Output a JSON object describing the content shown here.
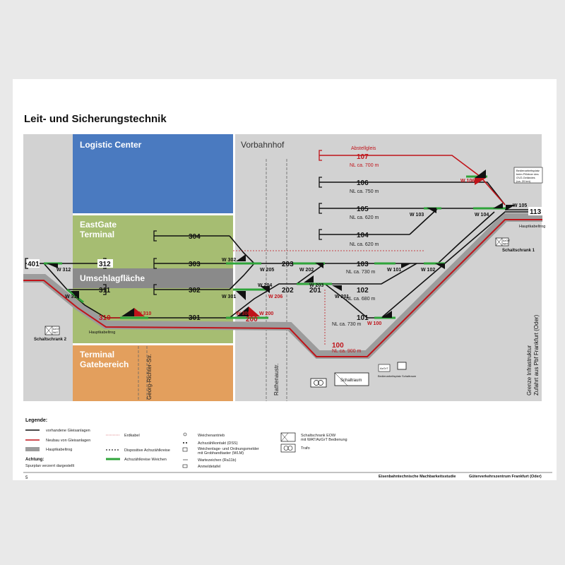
{
  "title": "Leit- und Sicherungstechnik",
  "areas": {
    "logistic_center": "Logistic Center",
    "eastgate_terminal_1": "EastGate",
    "eastgate_terminal_2": "Terminal",
    "umschlagflaeche": "Umschlagfläche",
    "terminal_gate_1": "Terminal",
    "terminal_gate_2": "Gatebereich",
    "vorbahnhof": "Vorbahnhof"
  },
  "streets": {
    "georg_richter": "Georg-Richter-Str.",
    "rathenaustr": "Rathenaustr."
  },
  "tracks": {
    "t401": "401",
    "t312": "312",
    "t311": "311",
    "t310": "310",
    "t304": "304",
    "t303": "303",
    "t302": "302",
    "t301": "301",
    "t200": "200",
    "t202": "202",
    "t201": "201",
    "t203": "203",
    "t107": "107",
    "t106": "106",
    "t105": "105",
    "t104": "104",
    "t103": "103",
    "t102": "102",
    "t101": "101",
    "t100": "100",
    "t113": "113"
  },
  "switches": {
    "w312": "W 312",
    "w311": "W 311",
    "w310": "W 310",
    "w302": "W 302",
    "w301": "W 301",
    "w300": "W 300",
    "w205": "W 205",
    "w204": "W 204",
    "w206": "W 206",
    "w200": "W 200",
    "w202": "W 202",
    "w203": "W 203",
    "w201": "W 201",
    "w106": "W 106",
    "w103": "W 103",
    "w104": "W 104",
    "w105": "W 105",
    "w101": "W 101",
    "w102": "W 102",
    "w100": "W 100"
  },
  "lengths": {
    "abstellgleis": "Abstellgleis",
    "l107": "NL ca. 700 m",
    "l106": "NL ca. 750 m",
    "l105": "NL ca. 620 m",
    "l104": "NL ca. 620 m",
    "l103": "NL ca. 730 m",
    "l102": "NL ca. 680 m",
    "l101": "NL ca. 730 m",
    "l100": "NL ca. 900 m"
  },
  "labels": {
    "schaltschrank1": "Schaltschrank 1",
    "schaltschrank2": "Schaltschrank 2",
    "hauptkabeltrog_1": "Hauptkabeltrog",
    "hauptkabeltrog_2": "Hauptkabeltrog",
    "schaltraum": "Schaltraum",
    "bedienarbeitsplatz_schaltraum": "Bedienarbeitsplatz Schaltraum",
    "bedienarbeitsplatz_gvz_1": "Bedienarbeitsplatz",
    "bedienarbeitsplatz_gvz_2": "beim Pförtner des",
    "bedienarbeitsplatz_gvz_3": "GVZ-Geländes",
    "bedienarbeitsplatz_gvz_4": "(ca. 20 km)",
    "grenze_1": "Grenze Infrastruktur",
    "grenze_2": "Zufahrt aus Pbf Frankfurt (Oder)",
    "azgrt": "AzGrT",
    "wat": "WAT"
  },
  "legend": {
    "heading": "Legende:",
    "vorhandene": "vorhandene Gleisanlagen",
    "neubau": "Neubau von Gleisanlagen",
    "hauptkabeltrog": "Hauptkabeltrog",
    "erdkabel": "Erdkabel",
    "dispositive": "Dispositive Achszählkreise",
    "achszaehlkreise_weichen": "Achszählkreise Weichen",
    "weichenantrieb": "Weichenantrieb",
    "achszaehlkontakt": "Achszählkontakt (DSS)",
    "weichenlage_1": "Weichenlage- und Ordnungsmelder",
    "weichenlage_2": "mit Grobhandtaster (WLM)",
    "wartezeichen": "Wartezeichen (Ra11b)",
    "anmeldetafel": "Anmeldetafel",
    "schaltschrank_eow_1": "Schaltschrank EOW",
    "schaltschrank_eow_2": "mit WAT/AzGrT Bedienung",
    "trafo": "Trafo",
    "achtung": "Achtung:",
    "spurplan": "Spurplan verzerrt dargestellt"
  },
  "footer": {
    "page_number": "5",
    "study": "Eisenbahntechnische Machbarkeitsstudie",
    "project": "Güterverkehrszentrum Frankfurt (Oder)"
  },
  "colors": {
    "existing_track": "#111111",
    "new_track": "#c0141a",
    "cable_trough": "#9c9c9c",
    "axle_counter": "#2fa43a",
    "logistic_center": "#4a7ac0",
    "eastgate": "#a6bd72",
    "umschlag": "#8a8a8a",
    "gatebereich": "#e39f5d",
    "background_gray": "#d2d2d2"
  }
}
